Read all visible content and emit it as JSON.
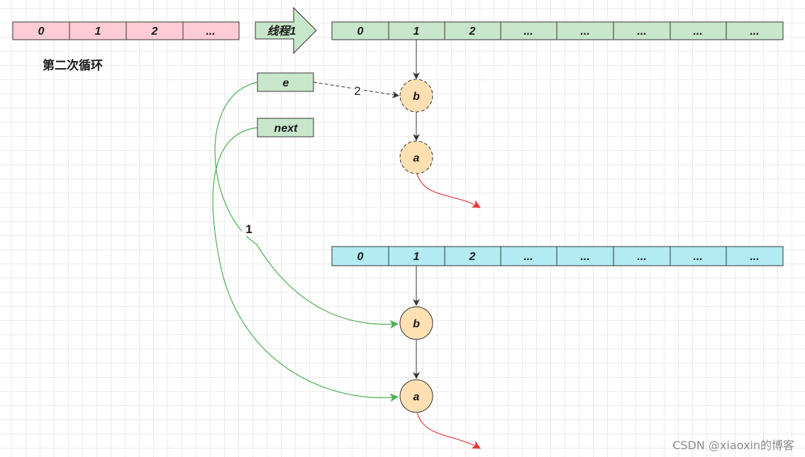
{
  "old_table": {
    "cells": [
      "0",
      "1",
      "2",
      "..."
    ],
    "fill": "#ffccd6"
  },
  "thread_label": "线程1",
  "thread_arrow_fill": "#c8e6c9",
  "table_thread1": {
    "cells": [
      "0",
      "1",
      "2",
      "...",
      "...",
      "...",
      "...",
      "..."
    ],
    "fill": "#c8e6c9"
  },
  "loop_title": "第二次循环",
  "pointer_e": {
    "label": "e",
    "fill": "#c8e6c9"
  },
  "pointer_next": {
    "label": "next",
    "fill": "#c8e6c9"
  },
  "thread1_nodes": {
    "b": "b",
    "a": "a"
  },
  "edge_labels": {
    "e_to_b": "2",
    "curve": "1"
  },
  "table_other": {
    "cells": [
      "0",
      "1",
      "2",
      "...",
      "...",
      "...",
      "...",
      "..."
    ],
    "fill": "#b2ebf2"
  },
  "other_nodes": {
    "b": "b",
    "a": "a"
  },
  "node_fill": "#ffe0b2",
  "colors": {
    "green_arrow": "#4caf50",
    "red_arrow": "#e53935",
    "border": "#333333"
  },
  "watermark": "CSDN @xiaoxin的博客"
}
